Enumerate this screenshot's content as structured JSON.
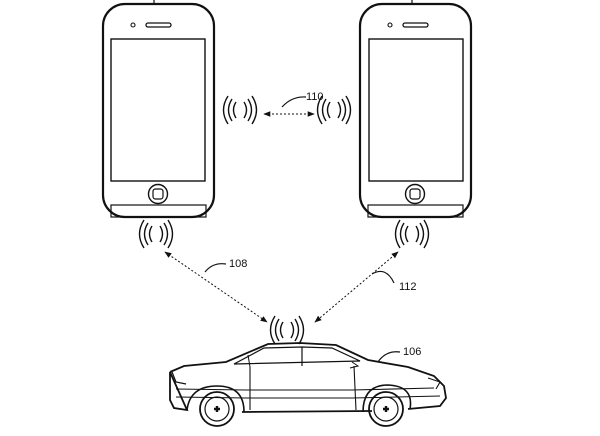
{
  "diagram": {
    "labels": {
      "phone_link": "110",
      "left_phone_car_link": "108",
      "right_phone_car_link": "112",
      "vehicle": "106"
    },
    "icons": [
      "smartphone-icon",
      "wireless-signal-icon",
      "car-icon"
    ],
    "colors": {
      "line": "#111111",
      "background": "#ffffff"
    }
  }
}
